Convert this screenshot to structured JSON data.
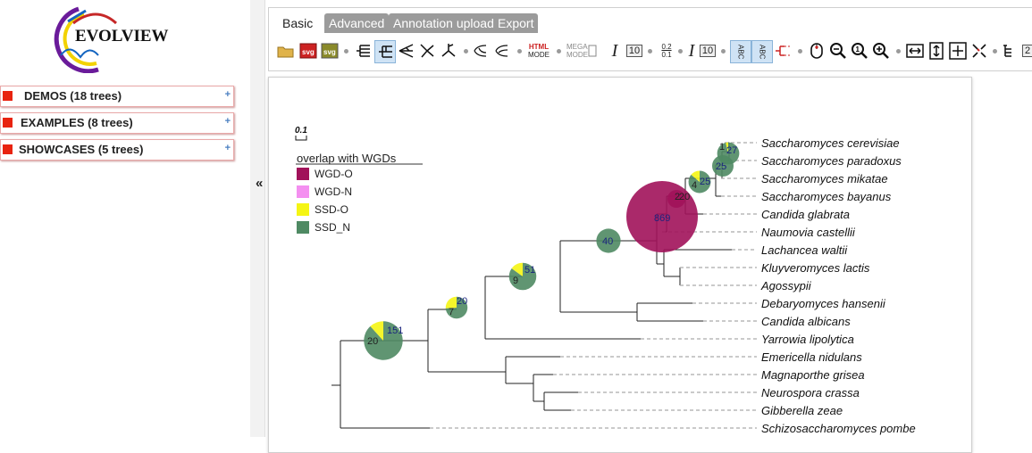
{
  "logo": {
    "text": "EVOLVIEW"
  },
  "sidebar": {
    "items": [
      {
        "label": "DEMOS (18 trees)"
      },
      {
        "label": "EXAMPLES (8 trees)"
      },
      {
        "label": "SHOWCASES (5 trees)"
      }
    ],
    "collapse_glyph": "«"
  },
  "toolbar": {
    "tabs": [
      {
        "label": "Basic",
        "active": true
      },
      {
        "label": "Advanced",
        "active": false
      },
      {
        "label": "Annotation upload",
        "active": false
      },
      {
        "label": "Export",
        "active": false
      }
    ],
    "svg_label": "svg",
    "html_mode": {
      "top": "HTML",
      "bottom": "MODE"
    },
    "mega_mode": {
      "top": "MEGA",
      "bottom": "MODE"
    },
    "font_size_1": "10",
    "font_size_2": "10",
    "branch_len_top": "0.2",
    "branch_len_bottom": "0.1",
    "abc": "ABC",
    "overflow_value": "2"
  },
  "tree": {
    "scale_label": "0.1",
    "legend": {
      "title": "overlap with WGDs",
      "entries": [
        {
          "label": "WGD-O",
          "color": "#a1125a"
        },
        {
          "label": "WGD-N",
          "color": "#f48ff0"
        },
        {
          "label": "SSD-O",
          "color": "#f5f514"
        },
        {
          "label": "SSD_N",
          "color": "#4f8a63"
        }
      ]
    },
    "leaves": [
      "Saccharomyces cerevisiae",
      "Saccharomyces paradoxus",
      "Saccharomyces mikatae",
      "Saccharomyces bayanus",
      "Candida glabrata",
      "Naumovia castellii",
      "Lachancea waltii",
      "Kluyveromyces lactis",
      "Agossypii",
      "Debaryomyces hansenii",
      "Candida albicans",
      "Yarrowia lipolytica",
      "Emericella nidulans",
      "Magnaporthe grisea",
      "Neurospora crassa",
      "Gibberella zeae",
      "Schizosaccharomyces pombe"
    ],
    "nodes": [
      {
        "id": "n151",
        "wgd_o": 0,
        "ssd_o": 20,
        "ssd_n": 151,
        "wgd_n": 0,
        "labels": [
          "20",
          "151"
        ]
      },
      {
        "id": "n20a",
        "wgd_o": 0,
        "ssd_o": 7,
        "ssd_n": 20,
        "wgd_n": 0,
        "labels": [
          "7",
          "20"
        ]
      },
      {
        "id": "n51",
        "wgd_o": 0,
        "ssd_o": 9,
        "ssd_n": 51,
        "wgd_n": 0,
        "labels": [
          "9",
          "51"
        ]
      },
      {
        "id": "n40",
        "wgd_o": 0,
        "ssd_o": 0,
        "ssd_n": 40,
        "wgd_n": 0,
        "labels": [
          "40"
        ]
      },
      {
        "id": "n869",
        "wgd_o": 869,
        "ssd_o": 0,
        "ssd_n": 0,
        "wgd_n": 0,
        "labels": [
          "869"
        ]
      },
      {
        "id": "n2_20",
        "wgd_o": 2,
        "ssd_o": 0,
        "ssd_n": 0,
        "wgd_n": 0,
        "labels": [
          "2",
          "20"
        ]
      },
      {
        "id": "n25a",
        "wgd_o": 0,
        "ssd_o": 4,
        "ssd_n": 25,
        "wgd_n": 0,
        "labels": [
          "4",
          "25"
        ]
      },
      {
        "id": "n25b",
        "wgd_o": 0,
        "ssd_o": 0,
        "ssd_n": 25,
        "wgd_n": 0,
        "labels": [
          "25"
        ]
      },
      {
        "id": "n27",
        "wgd_o": 0,
        "ssd_o": 1,
        "ssd_n": 27,
        "wgd_n": 0,
        "labels": [
          "1",
          "27"
        ]
      }
    ]
  }
}
